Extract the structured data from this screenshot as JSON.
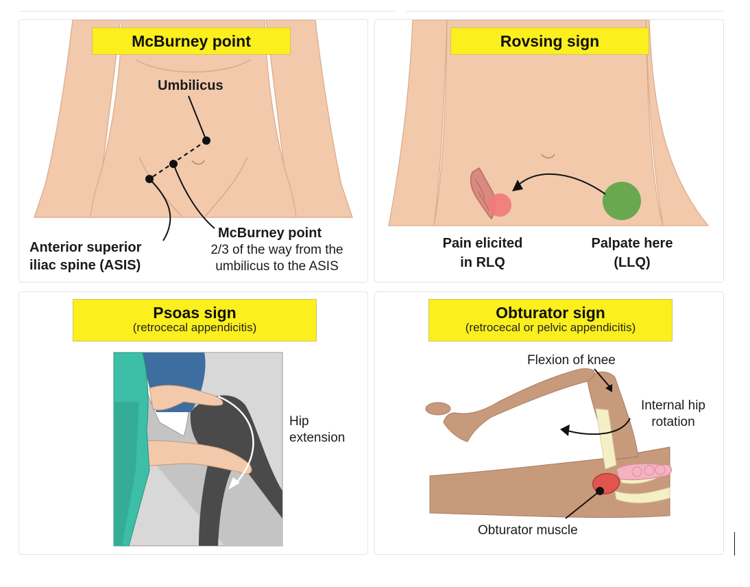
{
  "panels": {
    "mcburney": {
      "title": "McBurney point",
      "umbilicus_label": "Umbilicus",
      "point_label_title": "McBurney point",
      "point_label_desc_line1": "2/3 of the way from the",
      "point_label_desc_line2": "umbilicus to the ASIS",
      "asis_label_line1": "Anterior superior",
      "asis_label_line2": "iliac spine (ASIS)"
    },
    "rovsing": {
      "title": "Rovsing sign",
      "pain_label_line1": "Pain elicited",
      "pain_label_line2": "in RLQ",
      "palpate_label_line1": "Palpate here",
      "palpate_label_line2": "(LLQ)"
    },
    "psoas": {
      "title": "Psoas sign",
      "subtitle": "(retrocecal appendicitis)",
      "motion_label_line1": "Hip",
      "motion_label_line2": "extension"
    },
    "obturator": {
      "title": "Obturator sign",
      "subtitle": "(retrocecal or pelvic appendicitis)",
      "knee_label": "Flexion of knee",
      "rotation_label_line1": "Internal hip",
      "rotation_label_line2": "rotation",
      "muscle_label": "Obturator muscle"
    }
  },
  "colors": {
    "title_bg": "#fbef1d",
    "skin": "#f2c9ab",
    "pain_spot": "#f07b7b",
    "palpate_spot": "#6aa84f",
    "scrubs": "#3cbfa6",
    "pants": "#4a4a4a"
  }
}
